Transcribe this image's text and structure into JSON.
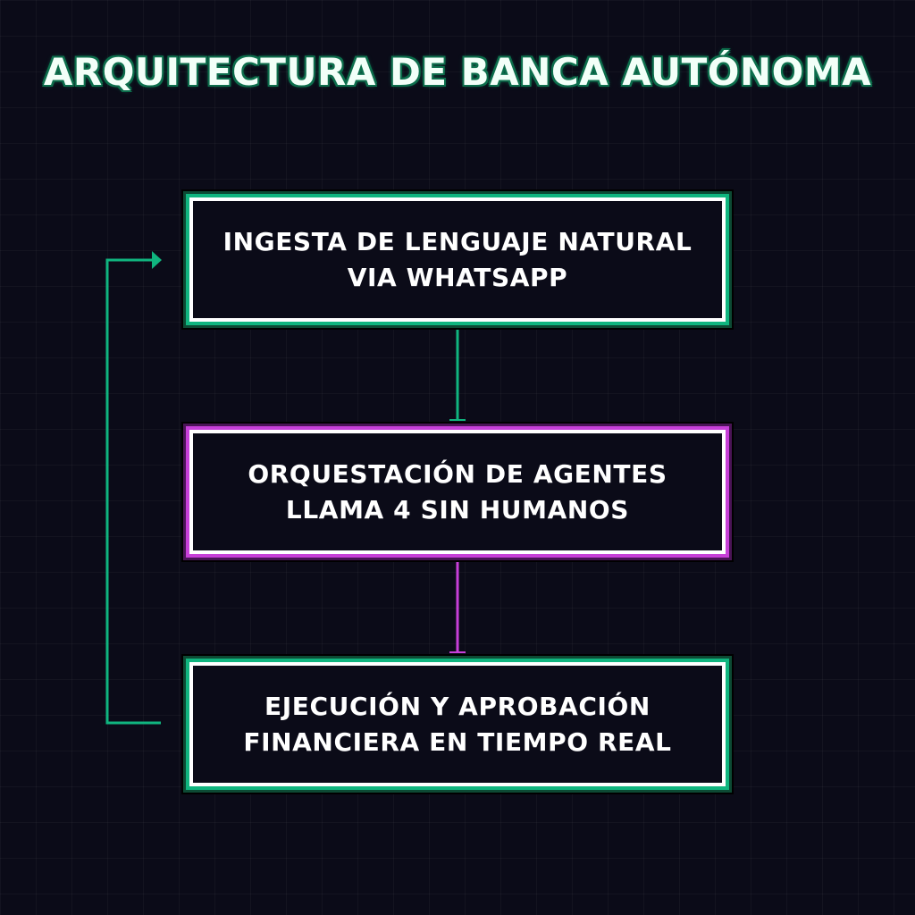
{
  "title": "ARQUITECTURA DE BANCA AUTÓNOMA",
  "nodes": [
    {
      "id": "ingesta",
      "lines": [
        "INGESTA DE LENGUAJE NATURAL",
        "VIA WHATSAPP"
      ],
      "accent": "#10b57f"
    },
    {
      "id": "orquestacion",
      "lines": [
        "ORQUESTACIÓN DE AGENTES",
        "LLAMA 4 SIN HUMANOS"
      ],
      "accent": "#c73fd8"
    },
    {
      "id": "ejecucion",
      "lines": [
        "EJECUCIÓN Y APROBACIÓN",
        "FINANCIERA EN TIEMPO REAL"
      ],
      "accent": "#10b57f"
    }
  ],
  "edges": [
    {
      "from": "ingesta",
      "to": "orquestacion",
      "color": "#10b57f"
    },
    {
      "from": "orquestacion",
      "to": "ejecucion",
      "color": "#c73fd8"
    },
    {
      "from": "ejecucion",
      "to": "ingesta",
      "color": "#10b57f",
      "style": "feedback-loop-left"
    }
  ],
  "colors": {
    "background": "#0b0b18",
    "node_border": "#ffffff",
    "green_accent": "#10b57f",
    "purple_accent": "#c73fd8",
    "text": "#ffffff"
  }
}
